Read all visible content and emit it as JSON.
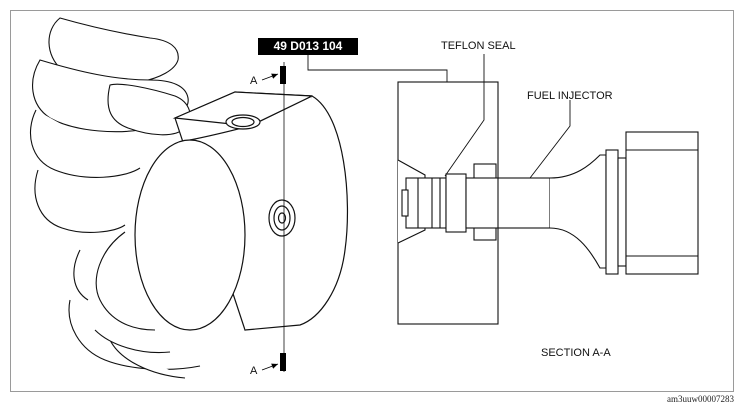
{
  "figure": {
    "tool_number": "49 D013 104",
    "labels": {
      "teflon_seal": "TEFLON SEAL",
      "fuel_injector": "FUEL INJECTOR",
      "section": "SECTION A-A",
      "section_mark_top": "A",
      "section_mark_bottom": "A"
    },
    "image_code": "am3uuw00007283"
  }
}
